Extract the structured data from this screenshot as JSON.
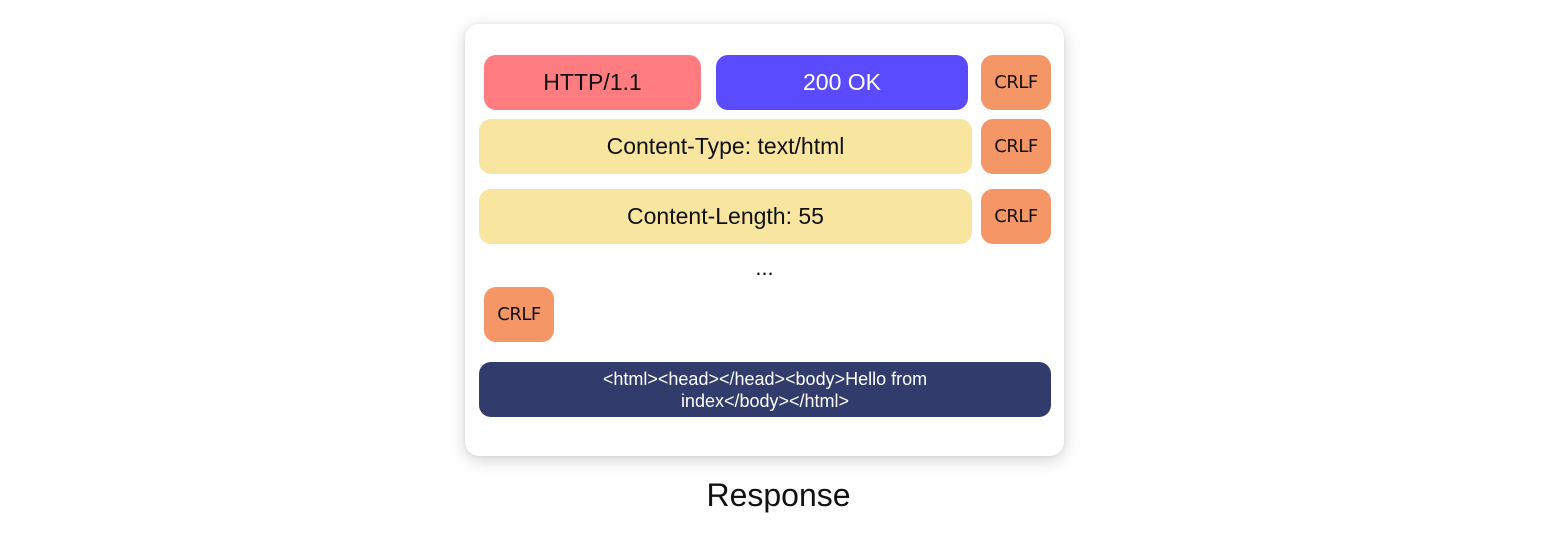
{
  "colors": {
    "version": "#ff7d80",
    "status": "#5b4bff",
    "header": "#f8e6a0",
    "crlf": "#f49666",
    "body": "#313b6c"
  },
  "start_line": {
    "version": "HTTP/1.1",
    "status": "200 OK",
    "terminator": "CRLF"
  },
  "headers": [
    {
      "text": "Content-Type: text/html",
      "terminator": "CRLF"
    },
    {
      "text": "Content-Length: 55",
      "terminator": "CRLF"
    }
  ],
  "ellipsis": "...",
  "blank_line": "CRLF",
  "body": "<html><head></head><body>Hello from index</body></html>",
  "caption": "Response"
}
